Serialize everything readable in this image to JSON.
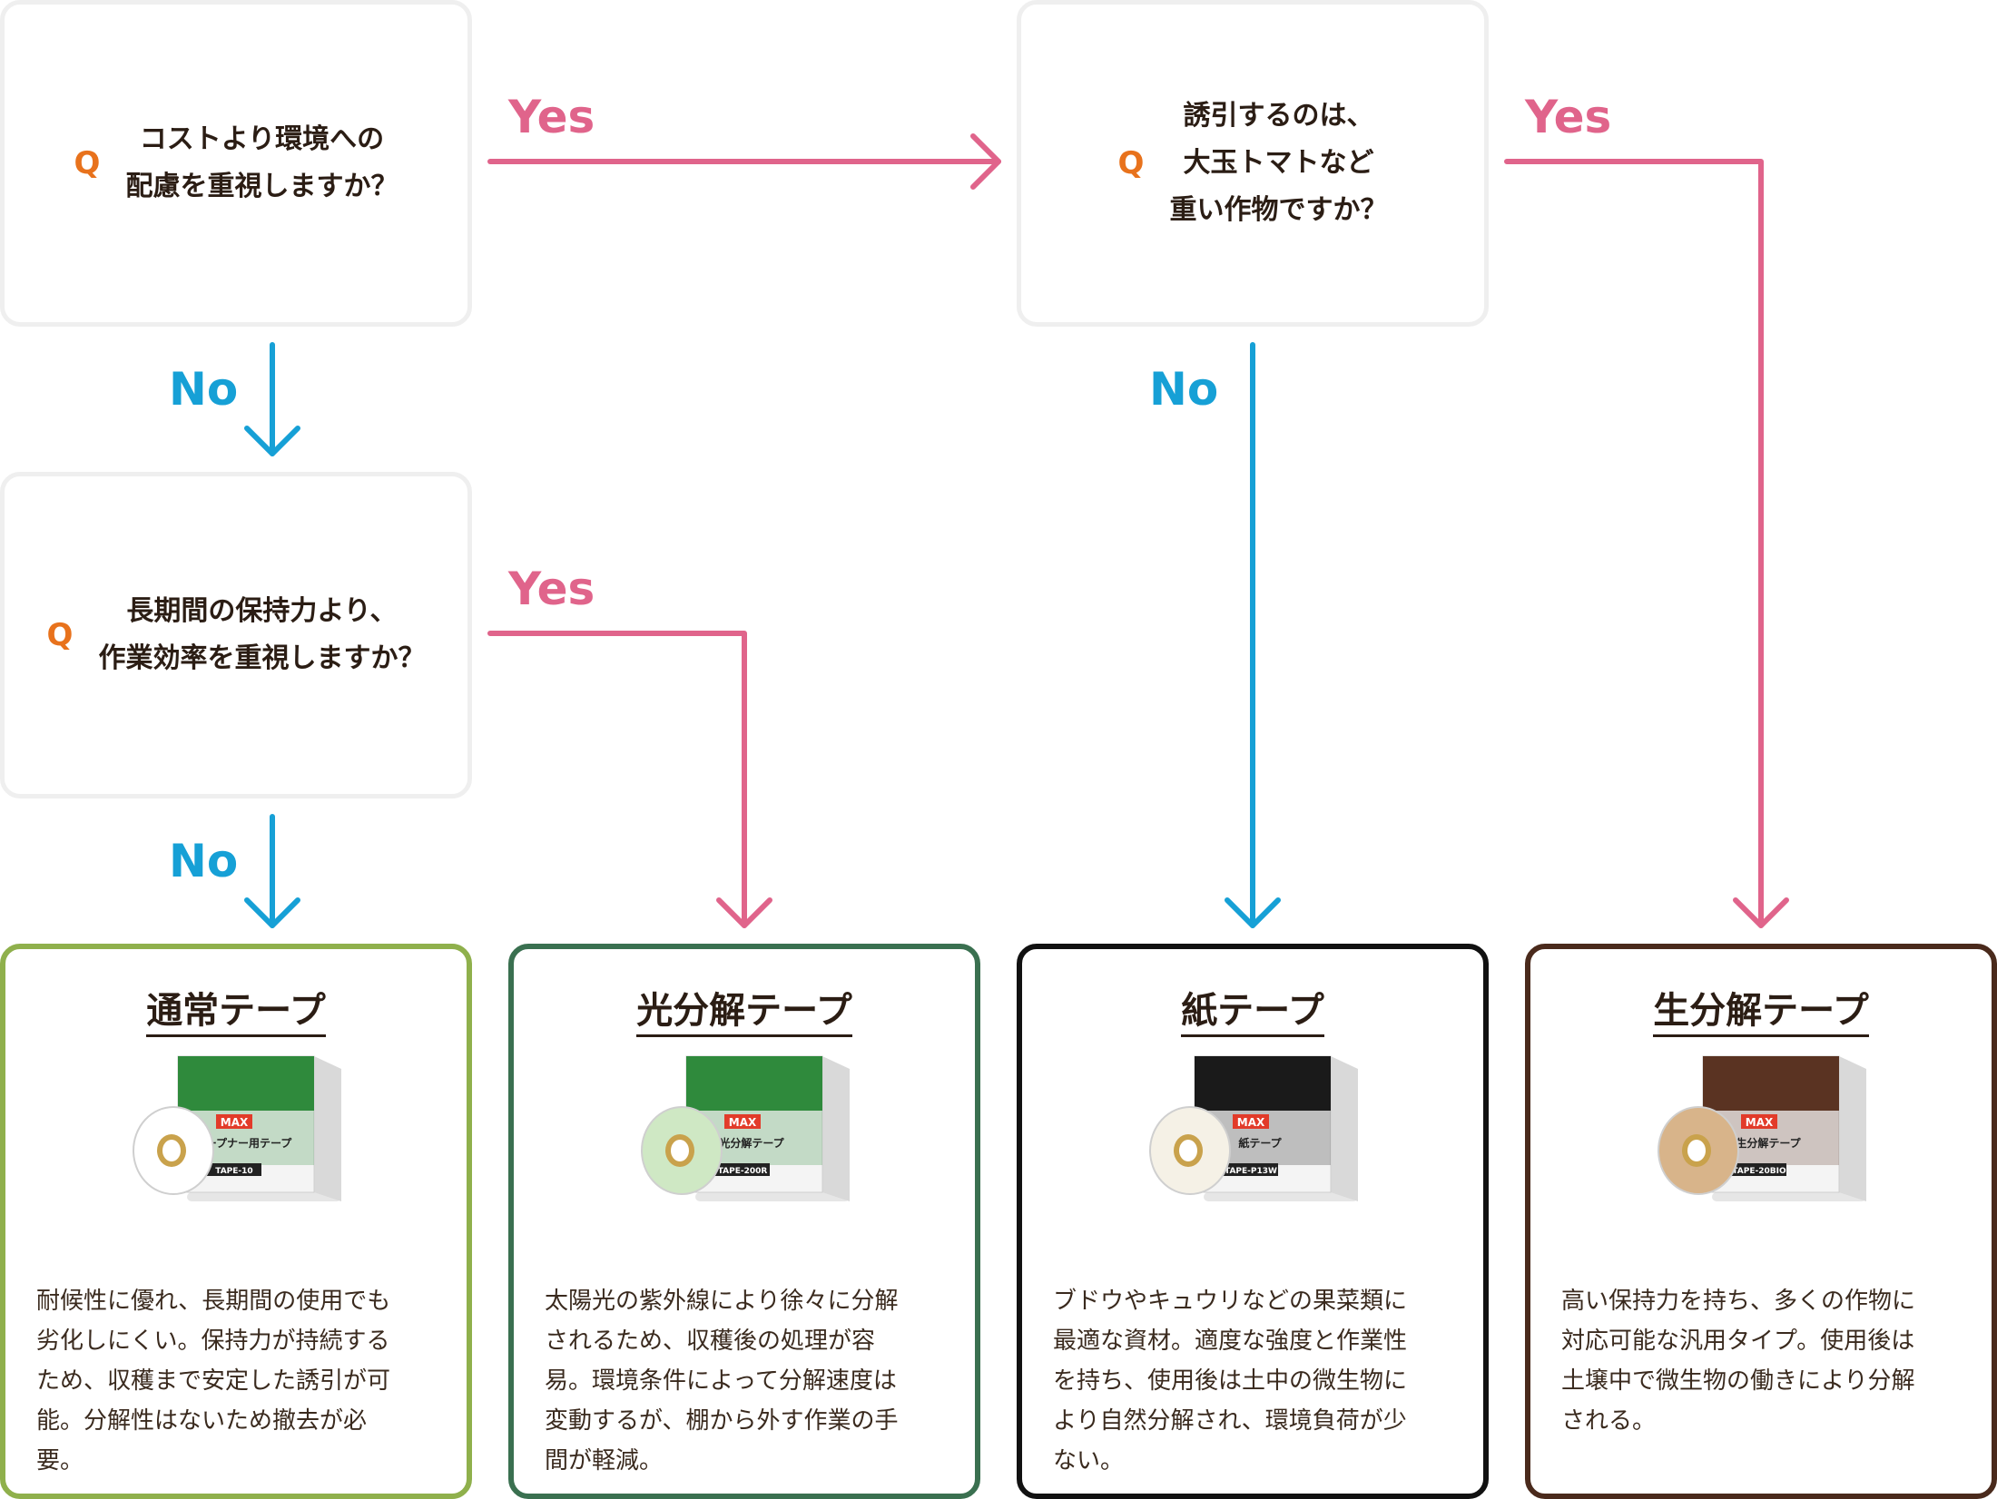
{
  "questions": [
    {
      "mark": "Q",
      "lines": [
        "コストより環境への",
        "配慮を重視しますか？"
      ]
    },
    {
      "mark": "Q",
      "lines": [
        "長期間の保持力より、",
        "作業効率を重視しますか？"
      ]
    },
    {
      "mark": "Q",
      "lines": [
        "誘引するのは、",
        "大玉トマトなど",
        "重い作物ですか？"
      ]
    }
  ],
  "labels": {
    "yes": "Yes",
    "no": "No"
  },
  "results": [
    {
      "title": "通常テープ",
      "border": "#8fb04c",
      "box": "#2f8a3c",
      "roll": "#ffffff",
      "brand": "MAX",
      "box_label": "テープナー用テープ",
      "model": "TAPE-10",
      "lines": [
        "耐候性に優れ、長期間の使用でも",
        "劣化しにくい。保持力が持続する",
        "ため、収穫まで安定した誘引が可",
        "能。分解性はないため撤去が必",
        "要。"
      ]
    },
    {
      "title": "光分解テープ",
      "border": "#3a7050",
      "box": "#2f8a3c",
      "roll": "#cfe8c4",
      "brand": "MAX",
      "box_label": "光分解テープ",
      "model": "TAPE-200R",
      "lines": [
        "太陽光の紫外線により徐々に分解",
        "されるため、収穫後の処理が容",
        "易。環境条件によって分解速度は",
        "変動するが、棚から外す作業の手",
        "間が軽減。"
      ]
    },
    {
      "title": "紙テープ",
      "border": "#111111",
      "box": "#1a1a1a",
      "roll": "#f5f1e6",
      "brand": "MAX",
      "box_label": "紙テープ",
      "model": "TAPE-P13W",
      "lines": [
        "ブドウやキュウリなどの果菜類に",
        "最適な資材。適度な強度と作業性",
        "を持ち、使用後は土中の微生物に",
        "より自然分解され、環境負荷が少",
        "ない。"
      ]
    },
    {
      "title": "生分解テープ",
      "border": "#4a2a1c",
      "box": "#5a3322",
      "roll": "#d8b48a",
      "brand": "MAX",
      "box_label": "生分解テープ",
      "model": "TAPE-20BIO",
      "lines": [
        "高い保持力を持ち、多くの作物に",
        "対応可能な汎用タイプ。使用後は",
        "土壌中で微生物の働きにより分解",
        "される。"
      ]
    }
  ],
  "colors": {
    "yes": "#e0648b",
    "no": "#16a0d6",
    "q_mark": "#e8721c"
  }
}
